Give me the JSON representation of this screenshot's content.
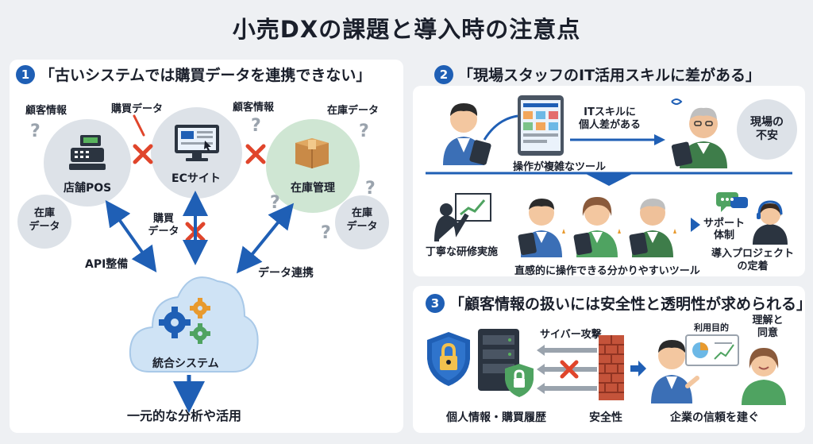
{
  "title": "小売DXの課題と導入時の注意点",
  "section1": {
    "number": "1",
    "heading": "「古いシステムでは購買データを連携できない」",
    "pos_label": "店舗POS",
    "ec_label": "ECサイト",
    "inventory_label": "在庫管理",
    "customer_info_1": "顧客情報",
    "customer_info_2": "顧客情報",
    "purchase_data_top": "購買データ",
    "purchase_data_mid_l1": "購買",
    "purchase_data_mid_l2": "データ",
    "inventory_data_top": "在庫データ",
    "inventory_bubble_left_l1": "在庫",
    "inventory_bubble_left_l2": "データ",
    "inventory_bubble_right_l1": "在庫",
    "inventory_bubble_right_l2": "データ",
    "api_label": "API整備",
    "data_link_label": "データ連携",
    "integrated_label": "統合システム",
    "result_label": "一元的な分析や活用"
  },
  "section2": {
    "number": "2",
    "heading": "「現場スタッフのIT活用スキルに差がある」",
    "complex_tool": "操作が複雑なツール",
    "skill_gap_l1": "ITスキルに",
    "skill_gap_l2": "個人差がある",
    "anxiety_l1": "現場の",
    "anxiety_l2": "不安",
    "training": "丁寧な研修実施",
    "intuitive_tool": "直感的に操作できる分かりやすいツール",
    "support_l1": "サポート",
    "support_l2": "体制",
    "project_l1": "導入プロジェクト",
    "project_l2": "の定着"
  },
  "section3": {
    "number": "3",
    "heading": "「顧客情報の扱いには安全性と透明性が求められる」",
    "cyber_attack": "サイバー攻撃",
    "personal_info": "個人情報・購買履歴",
    "safety": "安全性",
    "usage_purpose": "利用目的",
    "consent_l1": "理解と",
    "consent_l2": "同意",
    "trust": "企業の信頼を建ぐ"
  },
  "colors": {
    "accent_blue": "#1f5fb5",
    "light_blue": "#cfe3f5",
    "circle_gray": "#dde2e8",
    "circle_green": "#cfe6d3",
    "cross_red": "#e0452b",
    "question": "#9aa3ad"
  }
}
